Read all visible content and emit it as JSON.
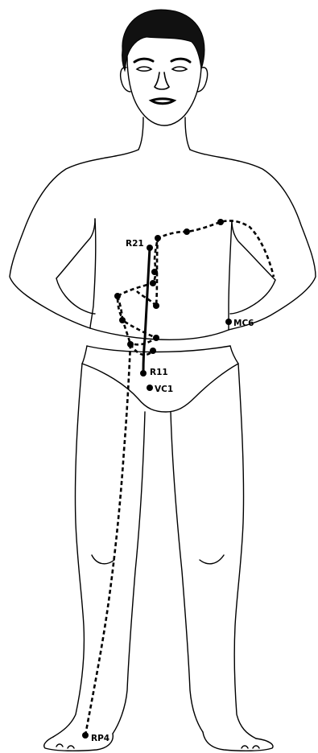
{
  "labels": {
    "r21": "R21",
    "mc6": "MC6",
    "r11": "R11",
    "vc1": "VC1",
    "rp4": "RP4"
  },
  "colors": {
    "line": "#000000",
    "background": "#ffffff"
  }
}
